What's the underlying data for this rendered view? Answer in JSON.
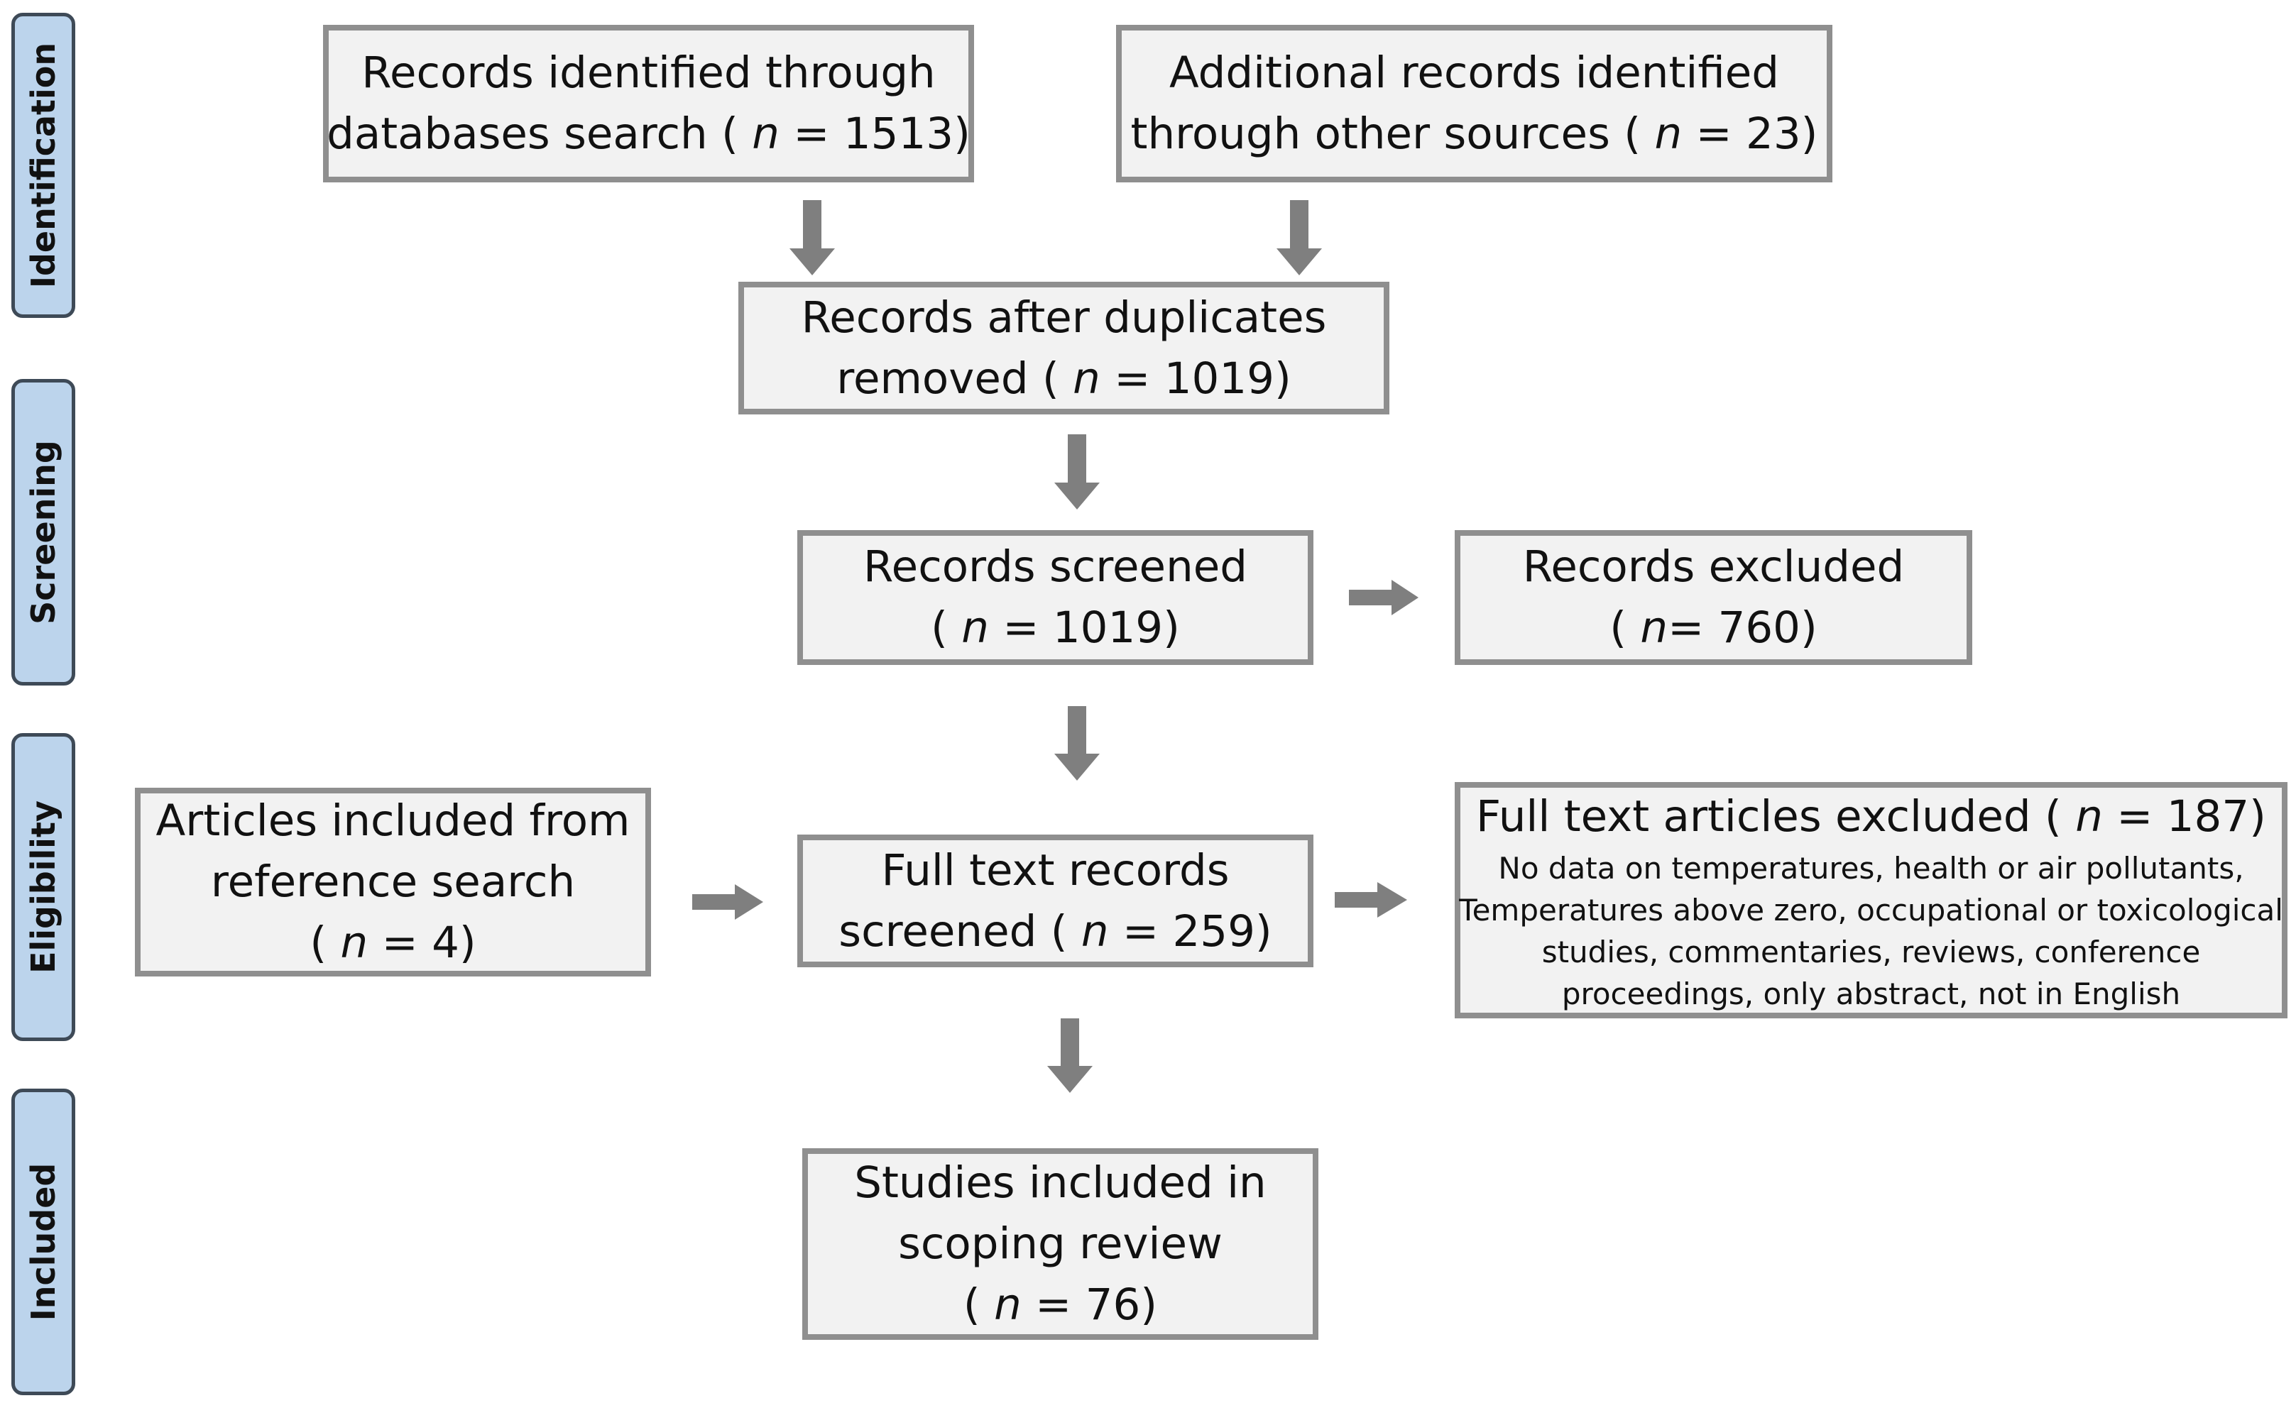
{
  "phases": {
    "identification": "Identification",
    "screening": "Screening",
    "eligibility": "Eligibility",
    "included": "Included"
  },
  "boxes": {
    "databases": {
      "line1": "Records identified through",
      "line2_pre": "databases search ( ",
      "n_symbol": "n",
      "line2_post": " = 1513)"
    },
    "other_sources": {
      "line1": "Additional records identified",
      "line2_pre": "through other sources ( ",
      "n_symbol": "n",
      "line2_post": " = 23)"
    },
    "after_duplicates": {
      "line1": "Records after duplicates",
      "line2_pre": "removed ( ",
      "n_symbol": "n",
      "line2_post": " = 1019)"
    },
    "screened": {
      "line1": "Records screened",
      "line2_pre": "( ",
      "n_symbol": "n",
      "line2_post": " = 1019)"
    },
    "excluded": {
      "line1": "Records excluded",
      "line2_pre": "( ",
      "n_symbol": "n",
      "line2_post": "= 760)"
    },
    "reference_search": {
      "line1": "Articles included from",
      "line2": "reference search",
      "line3_pre": "( ",
      "n_symbol": "n",
      "line3_post": " = 4)"
    },
    "full_text": {
      "line1": "Full text records",
      "line2_pre": "screened ( ",
      "n_symbol": "n",
      "line2_post": " = 259)"
    },
    "full_text_excluded": {
      "title_pre": "Full text articles excluded ( ",
      "n_symbol": "n",
      "title_post": " = 187)",
      "reasons": [
        "No data on temperatures, health or air pollutants,",
        "Temperatures above zero, occupational or toxicological",
        "studies, commentaries, reviews, conference",
        "proceedings, only abstract, not in English"
      ]
    },
    "included": {
      "line1": "Studies included in",
      "line2": "scoping review",
      "line3_pre": "( ",
      "n_symbol": "n",
      "line3_post": " = 76)"
    }
  },
  "colors": {
    "box_fill": "#f2f2f2",
    "box_border": "#8f8f8f",
    "arrow": "#7f7f7f",
    "phase_fill": "#bcd4ec",
    "phase_border": "#3e4a57"
  }
}
